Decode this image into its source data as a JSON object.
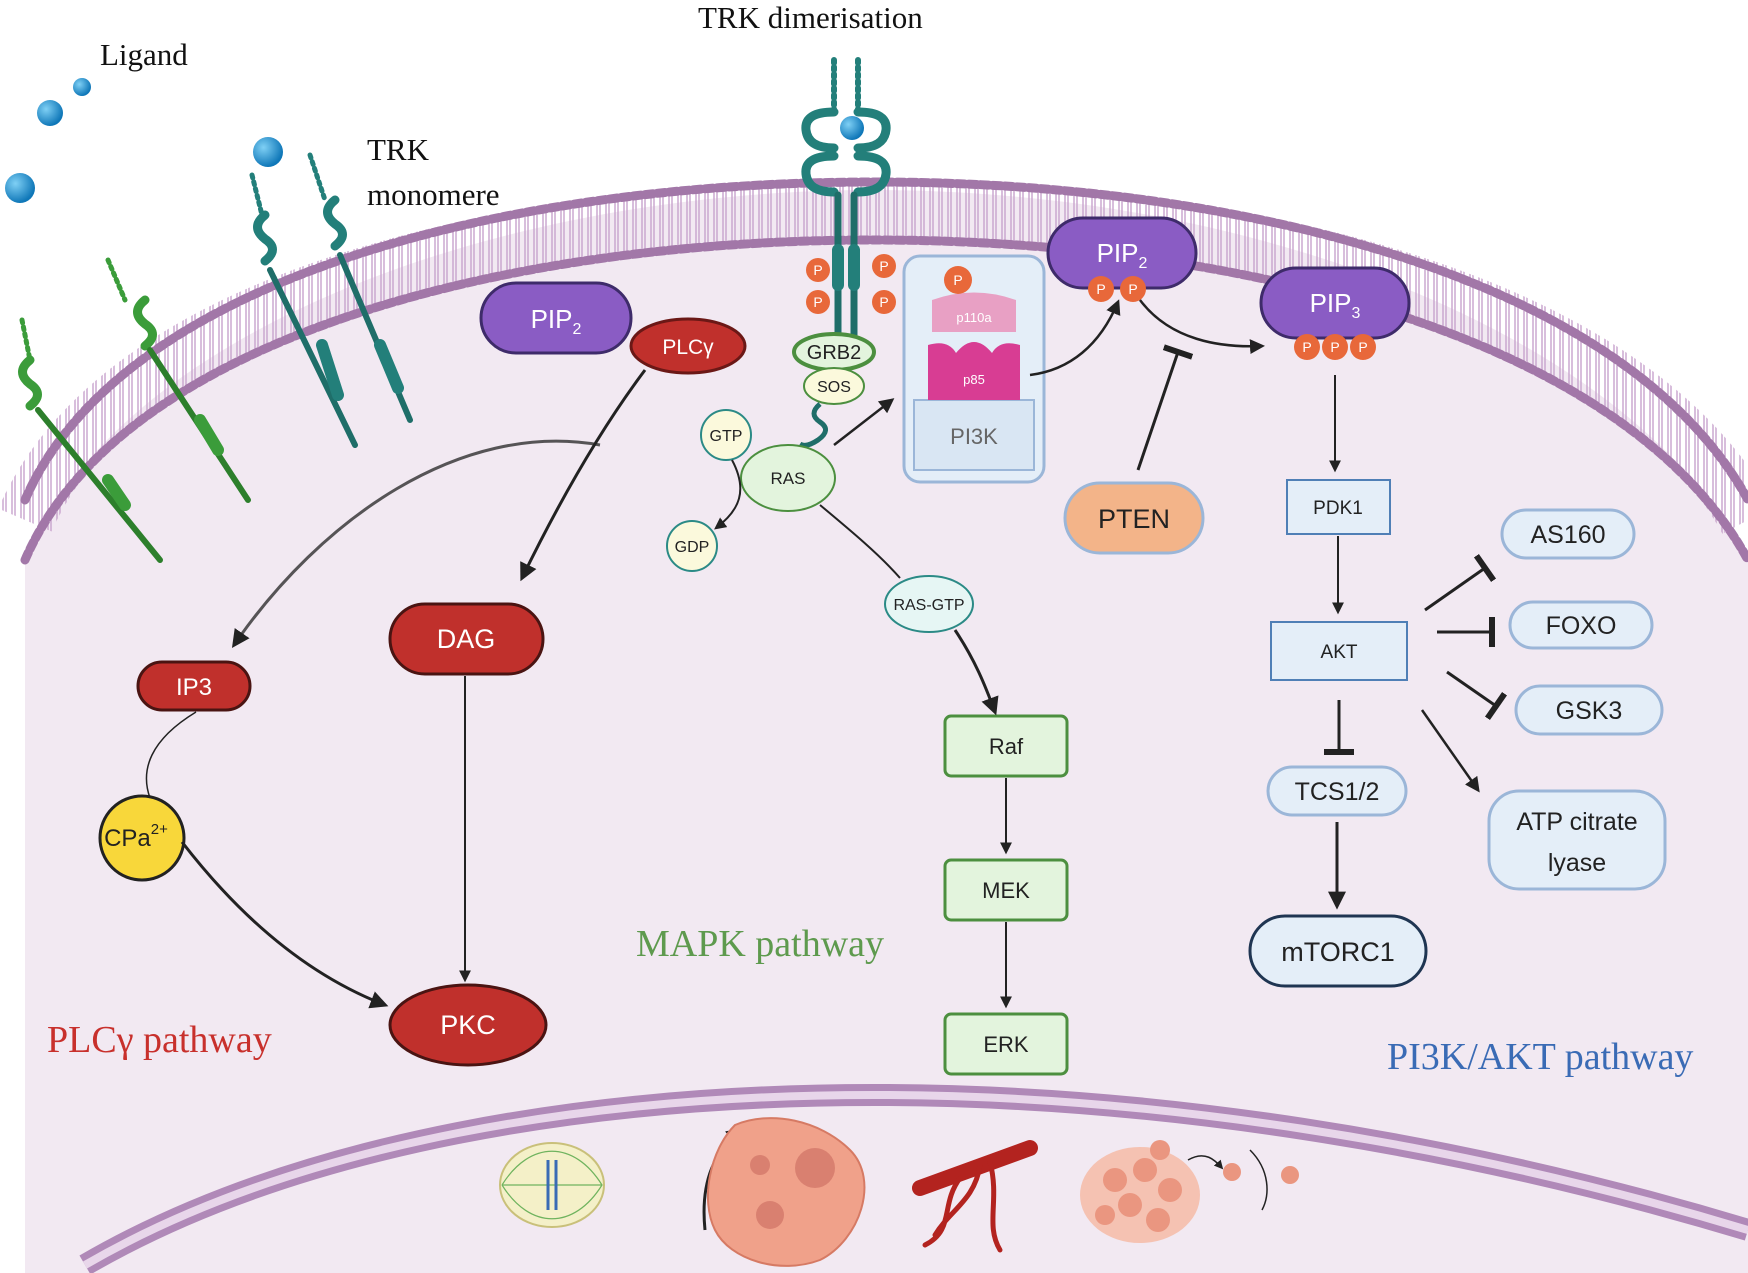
{
  "labels": {
    "ligand": "Ligand",
    "trk_dimerisation": "TRK dimerisation",
    "trk_monomere_line1": "TRK",
    "trk_monomere_line2": "monomere",
    "plcg_pathway": "PLCγ pathway",
    "mapk_pathway": "MAPK pathway",
    "pi3k_akt_pathway": "PI3K/AKT pathway"
  },
  "nodes": {
    "pip2_left": "PIP",
    "pip2_left_sub": "2",
    "plcg": "PLCγ",
    "dag": "DAG",
    "ip3": "IP3",
    "cpa": "CPa",
    "cpa_sup": "2+",
    "pkc": "PKC",
    "grb2": "GRB2",
    "sos": "SOS",
    "gtp": "GTP",
    "gdp": "GDP",
    "ras": "RAS",
    "ras_gtp": "RAS-GTP",
    "raf": "Raf",
    "mek": "MEK",
    "erk": "ERK",
    "p": "P",
    "p110a": "p110a",
    "p85": "p85",
    "pi3k": "PI3K",
    "pip2_right": "PIP",
    "pip2_right_sub": "2",
    "pip3": "PIP",
    "pip3_sub": "3",
    "pten": "PTEN",
    "pdk1": "PDK1",
    "akt": "AKT",
    "as160": "AS160",
    "foxo": "FOXO",
    "gsk3": "GSK3",
    "tcs12": "TCS1/2",
    "atp_citrate_line1": "ATP citrate",
    "atp_citrate_line2": "lyase",
    "mtorc1": "mTORC1"
  },
  "icons": [
    "spindle-icon",
    "tumor-growth-icon",
    "angiogenesis-icon",
    "metastasis-icon"
  ],
  "colors": {
    "cytoplasm": "#f2e9f2",
    "membrane": "#c8a2cc",
    "lipid_head": "#a277a8",
    "red_node": "#c0302c",
    "purple_node": "#8a5cc4",
    "green_node": "#e3f4dd",
    "green_border": "#4c8f3f",
    "blue_node": "#e4eef8",
    "blue_border": "#4f7fb6",
    "phospho": "#e8683a",
    "ligand": "#1f8fd1",
    "plcg_text": "#c8302c",
    "mapk_text": "#5e9a4e",
    "pi3k_text": "#3a6bb5"
  }
}
